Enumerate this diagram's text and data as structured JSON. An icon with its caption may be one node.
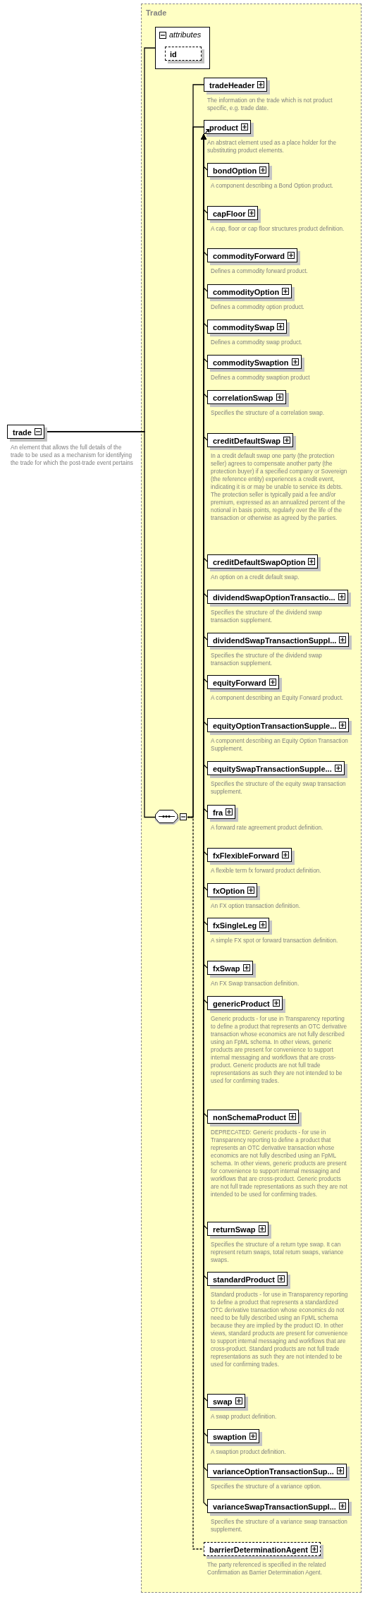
{
  "diagram": {
    "nodes": [
      {
        "text": [
          "Trade"
        ]
      },
      {
        "text": [
          "attributes"
        ],
        "in": 0
      },
      {
        "text": [
          "id"
        ],
        "in": 1
      },
      {
        "text": [
          "trade"
        ],
        "beside": [
          "An element that allows the full details of the trade to be used as a mechanism for identifying the trade for which the post-trade event pertains"
        ]
      },
      {
        "text": [],
        "shape": "octagon",
        "in": 0
      },
      {
        "text": [
          "tradeHeader"
        ],
        "in": 0,
        "beside": [
          "The information on the trade which is not product specific, e.g. trade date."
        ]
      },
      {
        "text": [
          "product"
        ],
        "in": 0,
        "beside": [
          "An abstract element used as a place holder for the substituting product elements."
        ]
      },
      {
        "text": [
          "bondOption"
        ],
        "in": 0,
        "beside": [
          "A component describing a Bond Option product."
        ]
      },
      {
        "text": [
          "capFloor"
        ],
        "in": 0,
        "beside": [
          "A cap, floor or cap floor structures product definition."
        ]
      },
      {
        "text": [
          "commodityForward"
        ],
        "in": 0,
        "beside": [
          "Defines a commodity forward product."
        ]
      },
      {
        "text": [
          "commodityOption"
        ],
        "in": 0,
        "beside": [
          "Defines a commodity option product."
        ]
      },
      {
        "text": [
          "commoditySwap"
        ],
        "in": 0,
        "beside": [
          "Defines a commodity swap product."
        ]
      },
      {
        "text": [
          "commoditySwaption"
        ],
        "in": 0,
        "beside": [
          "Defines a commodity swaption product"
        ]
      },
      {
        "text": [
          "correlationSwap"
        ],
        "in": 0,
        "beside": [
          "Specifies the structure of a correlation swap."
        ]
      },
      {
        "text": [
          "creditDefaultSwap"
        ],
        "in": 0,
        "beside": [
          "In a credit default swap one party (the protection seller) agrees to compensate another party (the protection buyer) if a specified company or Sovereign (the reference entity) experiences a credit event, indicating it is or may be unable to service its debts. The protection seller is typically paid a fee and/or premium, expressed as an annualized percent of the notional in basis points, regularly over the life of the transaction or otherwise as agreed by the parties."
        ]
      },
      {
        "text": [
          "creditDefaultSwapOption"
        ],
        "in": 0,
        "beside": [
          "An option on a credit default swap."
        ]
      },
      {
        "text": [
          "dividendSwapOptionTransactio..."
        ],
        "in": 0,
        "beside": [
          "Specifies the structure of the dividend swap transaction supplement."
        ]
      },
      {
        "text": [
          "dividendSwapTransactionSuppl..."
        ],
        "in": 0,
        "beside": [
          "Specifies the structure of the dividend swap transaction supplement."
        ]
      },
      {
        "text": [
          "equityForward"
        ],
        "in": 0,
        "beside": [
          "A component describing an Equity Forward product."
        ]
      },
      {
        "text": [
          "equityOptionTransactionSupple..."
        ],
        "in": 0,
        "beside": [
          "A component describing an Equity Option Transaction Supplement."
        ]
      },
      {
        "text": [
          "equitySwapTransactionSupple..."
        ],
        "in": 0,
        "beside": [
          "Specifies the structure of the equity swap transaction supplement."
        ]
      },
      {
        "text": [
          "fra"
        ],
        "in": 0,
        "beside": [
          "A forward rate agreement product definition."
        ]
      },
      {
        "text": [
          "fxFlexibleForward"
        ],
        "in": 0,
        "beside": [
          "A flexible term fx forward product definition."
        ]
      },
      {
        "text": [
          "fxOption"
        ],
        "in": 0,
        "beside": [
          "An FX option transaction definition."
        ]
      },
      {
        "text": [
          "fxSingleLeg"
        ],
        "in": 0,
        "beside": [
          "A simple FX spot or forward transaction definition."
        ]
      },
      {
        "text": [
          "fxSwap"
        ],
        "in": 0,
        "beside": [
          "An FX Swap transaction definition."
        ]
      },
      {
        "text": [
          "genericProduct"
        ],
        "in": 0,
        "beside": [
          "Generic products - for use in Transparency reporting to define a product that represents an OTC derivative transaction whose economics are not fully described using an FpML schema. In other views, generic products are present for convenience to support internal messaging and workflows that are cross-product. Generic products are not full trade representations as such they are not intended to be used for confirming trades."
        ]
      },
      {
        "text": [
          "nonSchemaProduct"
        ],
        "in": 0,
        "beside": [
          "DEPRECATED: Generic products - for use in Transparency reporting to define a product that represents an OTC derivative transaction whose economics are not fully described using an FpML schema. In other views, generic products are present for convenience to support internal messaging and workflows that are cross-product. Generic products are not full trade representations as such they are not intended to be used for confirming trades."
        ]
      },
      {
        "text": [
          "returnSwap"
        ],
        "in": 0,
        "beside": [
          "Specifies the structure of a return type swap. It can represent return swaps, total return swaps, variance swaps."
        ]
      },
      {
        "text": [
          "standardProduct"
        ],
        "in": 0,
        "beside": [
          "Standard products - for use in Transparency reporting to define a product that represents a standardized OTC derivative transaction whose economics do not need to be fully described using an FpML schema because they are implied by the product ID. In other views, standard products are present for convenience to support internal messaging and workflows that are cross-product. Standard products are not full trade representations as such they are not intended to be used for confirming trades."
        ]
      },
      {
        "text": [
          "swap"
        ],
        "in": 0,
        "beside": [
          "A swap product definition."
        ]
      },
      {
        "text": [
          "swaption"
        ],
        "in": 0,
        "beside": [
          "A swaption product definition."
        ]
      },
      {
        "text": [
          "varianceOptionTransactionSup..."
        ],
        "in": 0,
        "beside": [
          "Specifies the structure of a variance option."
        ]
      },
      {
        "text": [
          "varianceSwapTransactionSuppl..."
        ],
        "in": 0,
        "beside": [
          "Specifies the structure of a variance swap transaction supplement."
        ]
      },
      {
        "text": [
          "barrierDeterminationAgent"
        ],
        "in": 0,
        "beside": [
          "The party referenced is specified in the related Confirmation as Barrier Determination Agent."
        ]
      }
    ],
    "edges": [
      {
        "from": 3,
        "to": 1,
        "arrow": "none"
      },
      {
        "from": 3,
        "to": 4,
        "arrow": "none"
      },
      {
        "from": 4,
        "to": 5,
        "arrow": "none"
      },
      {
        "from": 4,
        "to": 6,
        "arrow": "none"
      },
      {
        "from": 7,
        "to": 6,
        "arrow": "to"
      },
      {
        "from": 8,
        "to": 6,
        "arrow": "to"
      },
      {
        "from": 9,
        "to": 6,
        "arrow": "to"
      },
      {
        "from": 10,
        "to": 6,
        "arrow": "to"
      },
      {
        "from": 11,
        "to": 6,
        "arrow": "to"
      },
      {
        "from": 12,
        "to": 6,
        "arrow": "to"
      },
      {
        "from": 13,
        "to": 6,
        "arrow": "to"
      },
      {
        "from": 14,
        "to": 6,
        "arrow": "to"
      },
      {
        "from": 15,
        "to": 6,
        "arrow": "to"
      },
      {
        "from": 16,
        "to": 6,
        "arrow": "to"
      },
      {
        "from": 17,
        "to": 6,
        "arrow": "to"
      },
      {
        "from": 18,
        "to": 6,
        "arrow": "to"
      },
      {
        "from": 19,
        "to": 6,
        "arrow": "to"
      },
      {
        "from": 20,
        "to": 6,
        "arrow": "to"
      },
      {
        "from": 21,
        "to": 6,
        "arrow": "to"
      },
      {
        "from": 22,
        "to": 6,
        "arrow": "to"
      },
      {
        "from": 23,
        "to": 6,
        "arrow": "to"
      },
      {
        "from": 24,
        "to": 6,
        "arrow": "to"
      },
      {
        "from": 25,
        "to": 6,
        "arrow": "to"
      },
      {
        "from": 26,
        "to": 6,
        "arrow": "to"
      },
      {
        "from": 27,
        "to": 6,
        "arrow": "to"
      },
      {
        "from": 28,
        "to": 6,
        "arrow": "to"
      },
      {
        "from": 29,
        "to": 6,
        "arrow": "to"
      },
      {
        "from": 30,
        "to": 6,
        "arrow": "to"
      },
      {
        "from": 31,
        "to": 6,
        "arrow": "to"
      },
      {
        "from": 32,
        "to": 6,
        "arrow": "to"
      },
      {
        "from": 33,
        "to": 6,
        "arrow": "to"
      },
      {
        "from": 4,
        "to": 34,
        "arrow": "none",
        "style": "dashed"
      }
    ]
  }
}
